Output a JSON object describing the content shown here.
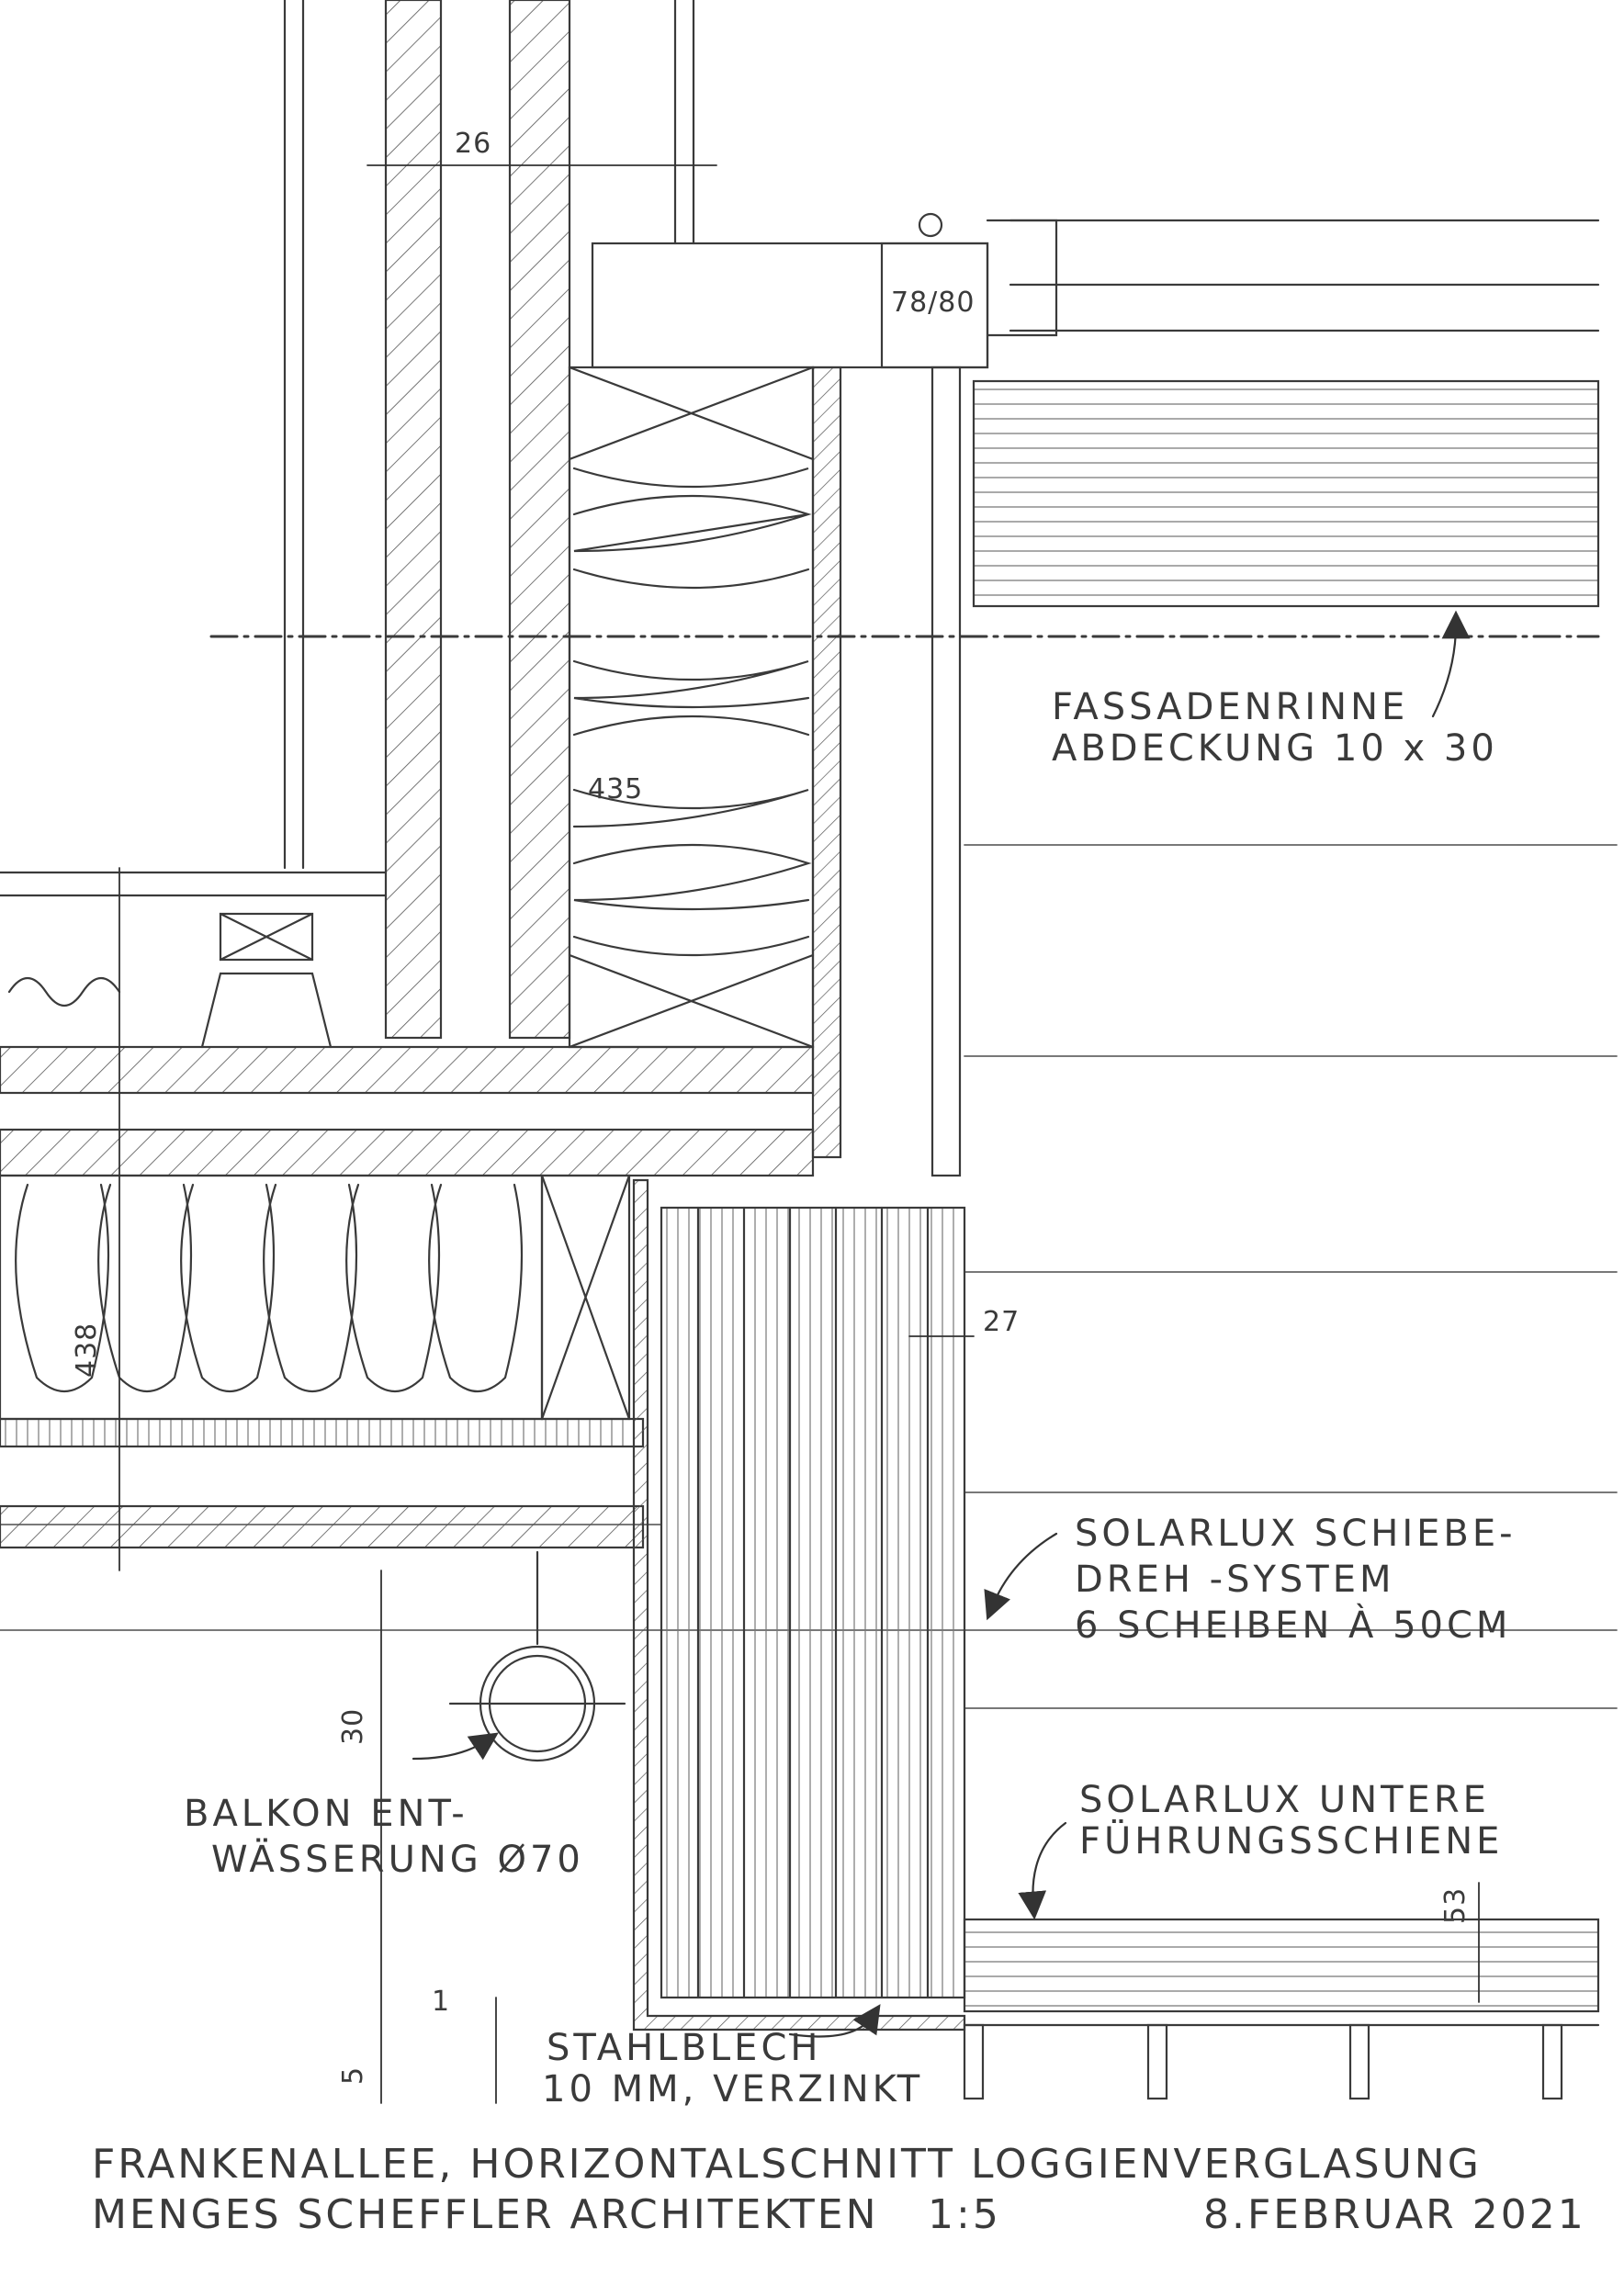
{
  "title_block": {
    "line1": "FRANKENALLEE, HORIZONTALSCHNITT  LOGGIENVERGLASUNG",
    "architects": "MENGES SCHEFFLER ARCHITEKTEN",
    "scale": "1:5",
    "date": "8.FEBRUAR 2021"
  },
  "notes": {
    "fassadenrinne_line1": "FASSADENRINNE",
    "fassadenrinne_line2": "ABDECKUNG  10 x 30",
    "solarlux_line1": "SOLARLUX SCHIEBE-",
    "solarlux_line2": "DREH -SYSTEM",
    "solarlux_line3": "6 SCHEIBEN À 50CM",
    "schiene_line1": "SOLARLUX  UNTERE",
    "schiene_line2": "FÜHRUNGSSCHIENE",
    "balkon_line1": "BALKON ENT-",
    "balkon_line2": "WÄSSERUNG Ø70",
    "stahlblech_line1": "STAHLBLECH",
    "stahlblech_line2": "10 MM, VERZINKT"
  },
  "dimensions": {
    "d26": "26",
    "d78_80": "78/80",
    "d435": "435",
    "d438": "438",
    "d27": "27",
    "d30": "30",
    "d53": "53",
    "d5": "5",
    "d1": "1"
  },
  "colors": {
    "ink": "#3a3a3a",
    "light_ink": "#7a7a7a",
    "paper": "#ffffff"
  }
}
